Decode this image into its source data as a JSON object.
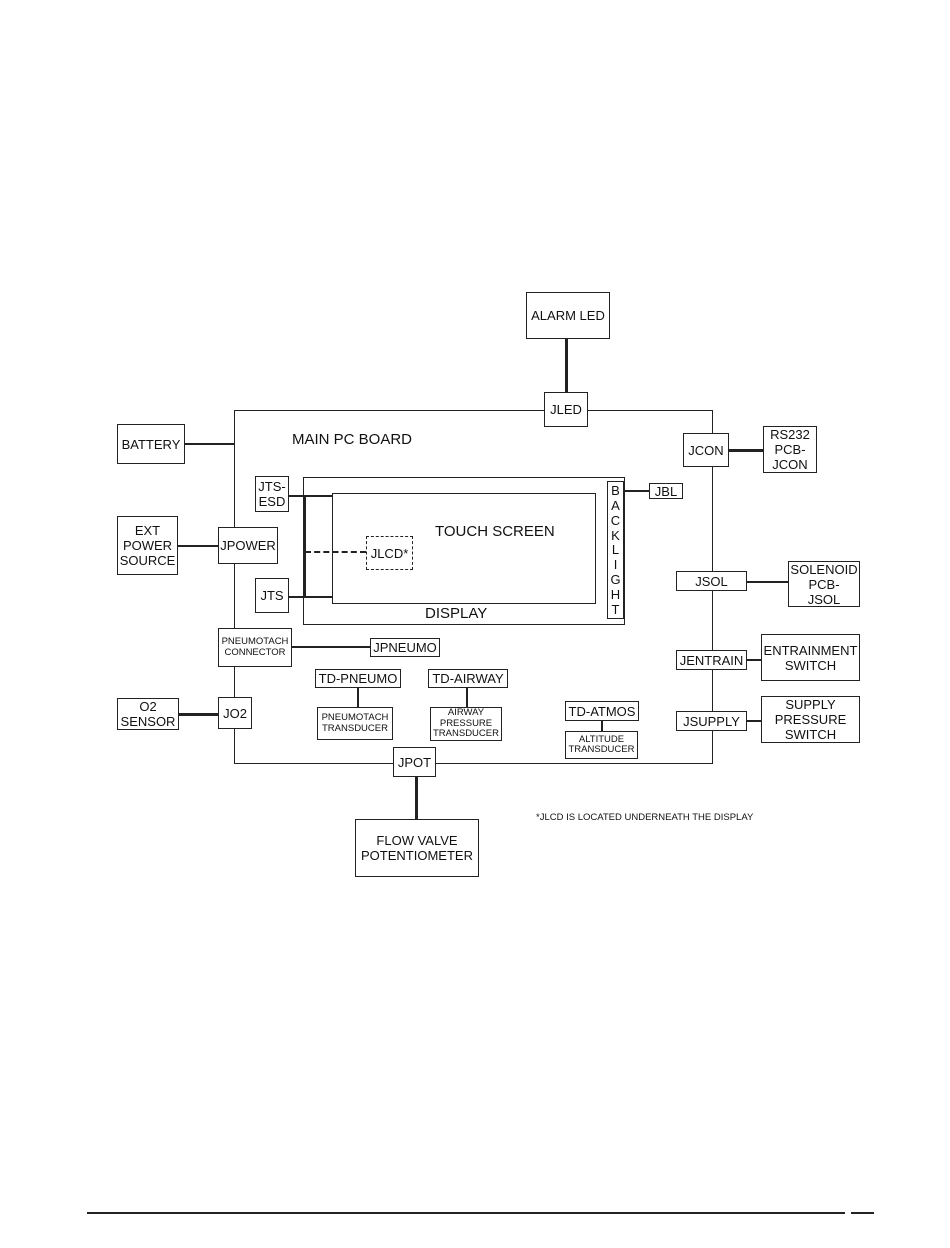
{
  "main_board": {
    "label": "MAIN PC BOARD"
  },
  "display": {
    "label": "DISPLAY"
  },
  "touch_screen": {
    "label": "TOUCH SCREEN"
  },
  "backlight": {
    "letters": [
      "B",
      "A",
      "C",
      "K",
      "L",
      "I",
      "G",
      "H",
      "T"
    ]
  },
  "external": {
    "alarm_led": "ALARM LED",
    "battery": "BATTERY",
    "ext_power": "EXT\nPOWER\nSOURCE",
    "o2_sensor": "O2\nSENSOR",
    "flow_valve": "FLOW VALVE\nPOTENTIOMETER",
    "rs232": "RS232\nPCB-\nJCON",
    "solenoid": "SOLENOID\nPCB-\nJSOL",
    "entrainment": "ENTRAINMENT\nSWITCH",
    "supply_pressure": "SUPPLY\nPRESSURE\nSWITCH"
  },
  "connectors": {
    "jled": "JLED",
    "jcon": "JCON",
    "jbl": "JBL",
    "jts_esd": "JTS-\nESD",
    "jpower": "JPOWER",
    "jlcd": "JLCD*",
    "jts": "JTS",
    "jsol": "JSOL",
    "pneumotach_connector": "PNEUMOTACH\nCONNECTOR",
    "jpneumo": "JPNEUMO",
    "jentrain": "JENTRAIN",
    "jo2": "JO2",
    "jsupply": "JSUPPLY",
    "jpot": "JPOT"
  },
  "transducers": {
    "td_pneumo": "TD-PNEUMO",
    "td_airway": "TD-AIRWAY",
    "td_atmos": "TD-ATMOS",
    "pneumotach_transducer": "PNEUMOTACH\nTRANSDUCER",
    "airway_transducer": "AIRWAY\nPRESSURE\nTRANSDUCER",
    "altitude_transducer": "ALTITUDE\nTRANSDUCER"
  },
  "footnote": "*JLCD IS LOCATED UNDERNEATH THE DISPLAY"
}
